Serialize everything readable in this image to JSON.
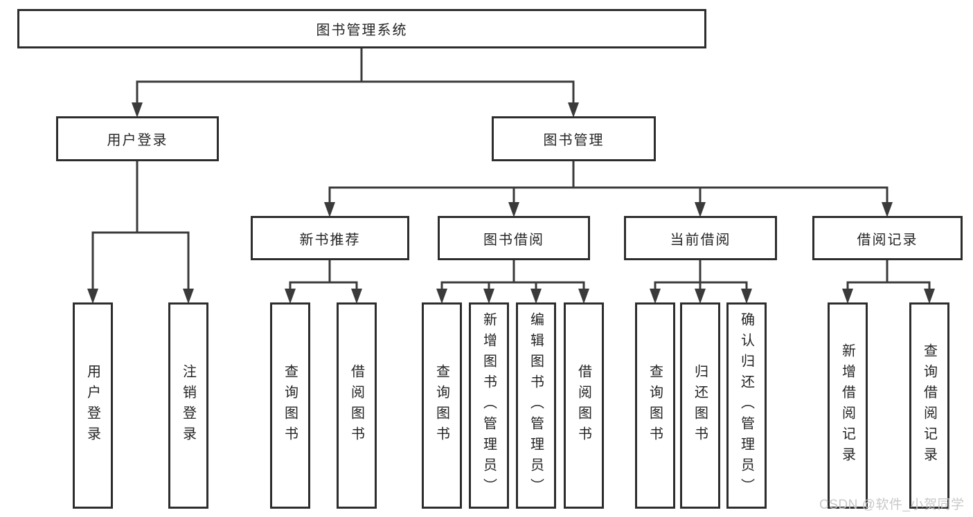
{
  "diagram": {
    "root": {
      "label": "图书管理系统"
    },
    "level2": [
      {
        "label": "用户登录",
        "children": [
          {
            "label": "用户登录"
          },
          {
            "label": "注销登录"
          }
        ]
      },
      {
        "label": "图书管理",
        "children": [
          {
            "label": "新书推荐",
            "children": [
              {
                "label": "查询图书"
              },
              {
                "label": "借阅图书"
              }
            ]
          },
          {
            "label": "图书借阅",
            "children": [
              {
                "label": "查询图书"
              },
              {
                "label": "新增图书（管理员）"
              },
              {
                "label": "编辑图书（管理员）"
              },
              {
                "label": "借阅图书"
              }
            ]
          },
          {
            "label": "当前借阅",
            "children": [
              {
                "label": "查询图书"
              },
              {
                "label": "归还图书"
              },
              {
                "label": "确认归还（管理员）"
              }
            ]
          },
          {
            "label": "借阅记录",
            "children": [
              {
                "label": "新增借阅记录"
              },
              {
                "label": "查询借阅记录"
              }
            ]
          }
        ]
      }
    ]
  },
  "watermark": {
    "text": "CSDN @软件_小贺同学"
  },
  "colors": {
    "box_border": "#2d2d2d",
    "connector": "#3a3a3a",
    "text": "#242424",
    "background": "#ffffff",
    "watermark": "#c6c6c6"
  }
}
